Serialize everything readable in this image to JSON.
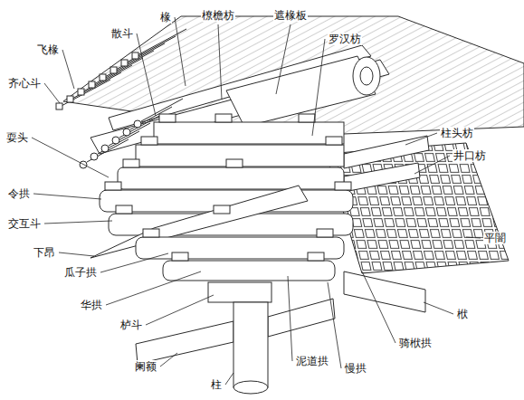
{
  "diagram": {
    "labels": [
      "飞椽",
      "散斗",
      "椽",
      "橑檐枋",
      "遮椽板",
      "罗汉枋",
      "齐心斗",
      "耍头",
      "柱头枋",
      "井口枋",
      "令拱",
      "交互斗",
      "下昂",
      "平闇",
      "瓜子拱",
      "华拱",
      "栿",
      "栌斗",
      "泥道拱",
      "骑栿拱",
      "阑额",
      "慢拱",
      "柱"
    ]
  }
}
